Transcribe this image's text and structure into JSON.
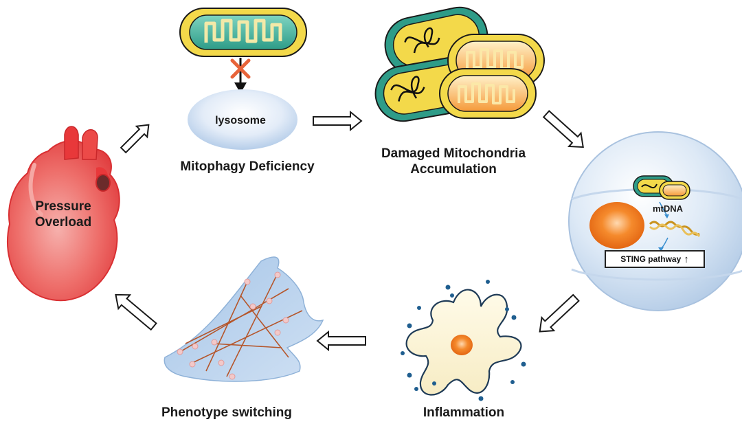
{
  "labels": {
    "mitophagy": "Mitophagy Deficiency",
    "lysosome": "lysosome",
    "damaged_line1": "Damaged Mitochondria",
    "damaged_line2": "Accumulation",
    "pressure_line1": "Pressure",
    "pressure_line2": "Overload",
    "mtdna": "mtDNA",
    "sting": "STING pathway",
    "phenotype": "Phenotype switching",
    "inflammation": "Inflammation"
  },
  "icons": {
    "sting_up": "↑"
  },
  "colors": {
    "mito_green": "#2e9c88",
    "mito_yellow": "#f3d94a",
    "mito_orange": "#f59a3a",
    "heart_red": "#e8383a",
    "lysosome_blue": "#c7daf1",
    "cell_blue": "#cfe0f2",
    "nucleus_orange": "#f07a1e",
    "inhibit_x": "#e8643a",
    "dot_blue": "#1f5e8f"
  }
}
